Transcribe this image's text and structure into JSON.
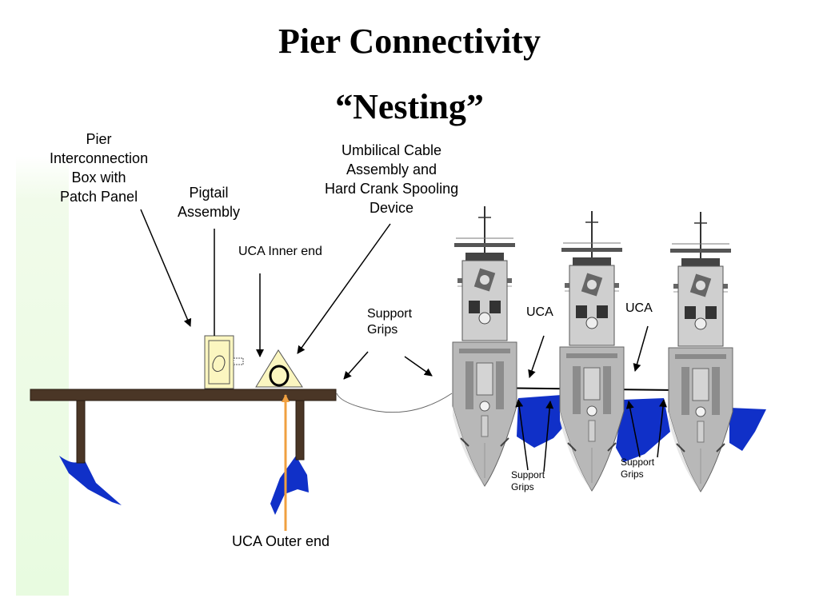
{
  "title": "Pier Connectivity",
  "subtitle": "“Nesting”",
  "labels": {
    "pier_box": [
      "Pier",
      "Interconnection",
      "Box with",
      "Patch Panel"
    ],
    "pigtail": [
      "Pigtail",
      "Assembly"
    ],
    "uca_inner": "UCA Inner end",
    "umbilical": [
      "Umbilical Cable",
      "Assembly  and",
      "Hard Crank Spooling",
      "Device"
    ],
    "support_grips_top": [
      "Support",
      "Grips"
    ],
    "uca_1": "UCA",
    "uca_2": "UCA",
    "support_grips_1": [
      "Support",
      "Grips"
    ],
    "support_grips_2": [
      "Support",
      "Grips"
    ],
    "uca_outer": "UCA Outer end"
  },
  "colors": {
    "pier_wood": "#4a3626",
    "water": "#1030c8",
    "ship_hull": "#b8b8b8",
    "box_fill": "#fbf6c0",
    "outer_end_arrow": "#f0a040",
    "stripe": "#e8fbe0"
  }
}
